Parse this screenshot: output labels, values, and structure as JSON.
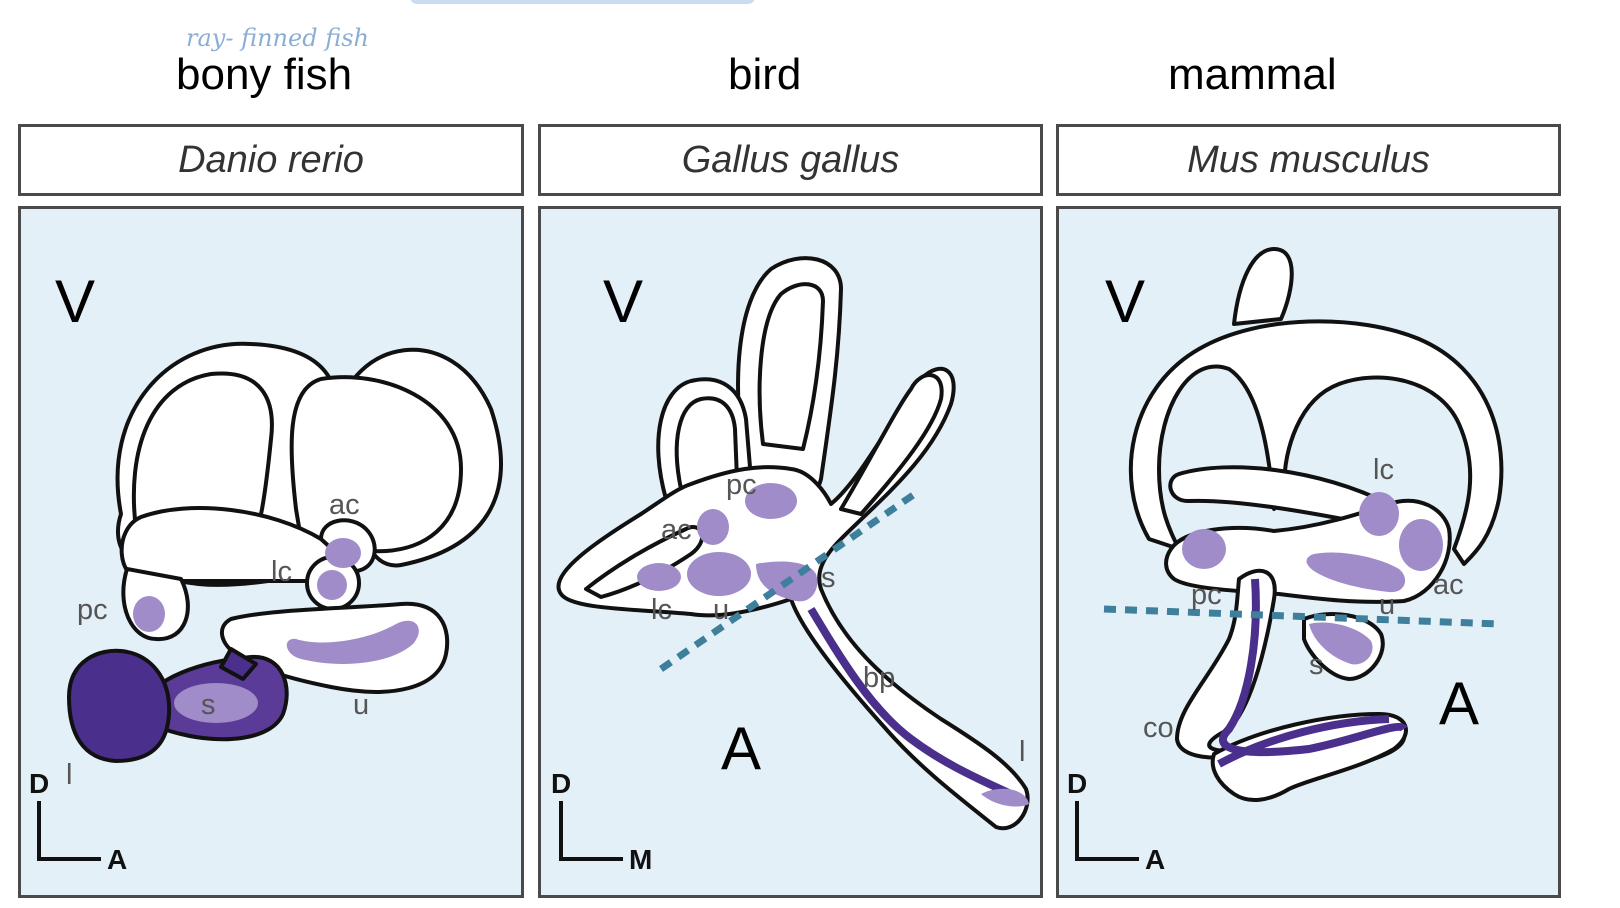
{
  "annotation": "ray- finned fish",
  "panels": [
    {
      "group": "bony fish",
      "species": "Danio rerio",
      "view_letter": "V",
      "labels": {
        "ac": "ac",
        "lc": "lc",
        "pc": "pc",
        "s": "s",
        "u": "u",
        "l": "l"
      },
      "axes": {
        "vertical": "D",
        "horizontal": "A"
      }
    },
    {
      "group": "bird",
      "species": "Gallus gallus",
      "view_letter": "V",
      "region_letter": "A",
      "labels": {
        "pc": "pc",
        "ac": "ac",
        "lc": "lc",
        "u": "u",
        "s": "s",
        "bp": "bp",
        "l": "l"
      },
      "axes": {
        "vertical": "D",
        "horizontal": "M"
      }
    },
    {
      "group": "mammal",
      "species": "Mus musculus",
      "view_letter": "V",
      "region_letter": "A",
      "labels": {
        "lc": "lc",
        "ac": "ac",
        "pc": "pc",
        "u": "u",
        "s": "s",
        "co": "co"
      },
      "axes": {
        "vertical": "D",
        "horizontal": "A"
      }
    }
  ],
  "colors": {
    "panel_bg": "#e3f0f8",
    "sensory_light": "#a08cc8",
    "sensory_dark": "#4b2f8c",
    "dashed_line": "#3e7f9c"
  }
}
